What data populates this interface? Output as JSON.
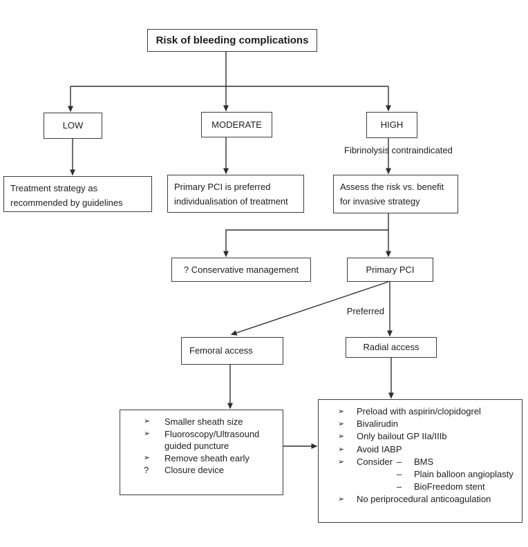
{
  "diagram": {
    "title": "Risk of bleeding complications",
    "branch_low": "LOW",
    "branch_moderate": "MODERATE",
    "branch_high": "HIGH",
    "fibrinolysis_label": "Fibrinolysis contraindicated",
    "preferred_label": "Preferred",
    "treatment_line1": "Treatment strategy as",
    "treatment_line2": "recommended by guidelines",
    "pci_preferred_line1": "Primary PCI is preferred",
    "pci_preferred_line2": "individualisation of treatment",
    "assess_line1": "Assess the risk vs. benefit",
    "assess_line2": "for invasive strategy",
    "conservative": "? Conservative management",
    "primary_pci": "Primary PCI",
    "femoral": "Femoral access",
    "radial": "Radial access",
    "femoral_list": {
      "items": [
        {
          "bullet": "➢",
          "text": "Smaller sheath size"
        },
        {
          "bullet": "➢",
          "text": "Fluoroscopy/Ultrasound guided puncture"
        },
        {
          "bullet": "➢",
          "text": "Remove sheath early"
        },
        {
          "bullet": "?",
          "text": "Closure device"
        }
      ]
    },
    "radial_list": {
      "items": [
        {
          "bullet": "➢",
          "text": "Preload with aspirin/clopidogrel"
        },
        {
          "bullet": "➢",
          "text": "Bivalirudin"
        },
        {
          "bullet": "➢",
          "text": "Only bailout GP IIa/IIIb"
        },
        {
          "bullet": "➢",
          "text": "Avoid IABP"
        }
      ],
      "consider": {
        "bullet": "➢",
        "label": "Consider",
        "sub": [
          {
            "bullet": "–",
            "text": "BMS"
          },
          {
            "bullet": "–",
            "text": "Plain balloon angioplasty"
          },
          {
            "bullet": "–",
            "text": "BioFreedom stent"
          }
        ]
      },
      "last_item": {
        "bullet": "➢",
        "text": "No periprocedural anticoagulation"
      }
    },
    "colors": {
      "line": "#2f2f2f",
      "border": "#3c3c3c",
      "text": "#1c1c1c",
      "background": "#ffffff"
    }
  }
}
